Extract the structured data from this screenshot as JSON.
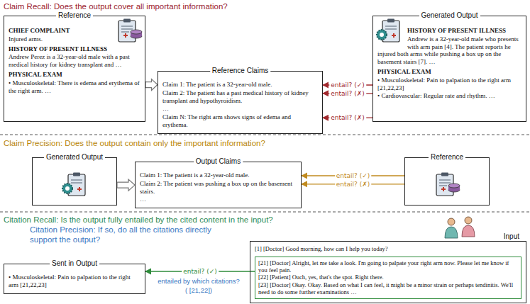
{
  "diagram": {
    "nodes": [
      {
        "text": [
          "Reference",
          "CHIEF COMPLAINT",
          "Injured arms.",
          "HISTORY OF PRESENT ILLNESS",
          "Andrew Perez is a 32-year-old male with a past medical history for kidney transplant and …",
          "PHYSICAL EXAM",
          "• Musculoskeletal: There is edema and erythema of the right arm. …"
        ]
      },
      {
        "text": [
          "Reference Claims",
          "Claim 1: The patient is a 32-year-old male.",
          "Claim 2: The patient has a past medical history of kidney transplant and hypothyroidism.",
          "…",
          "Claim N: The right arm shows signs of edema and erythema."
        ]
      },
      {
        "text": [
          "Generated Output",
          "HISTORY OF PRESENT ILLNESS",
          "Andrew is a 32-year-old male who presents with arm pain [4]. The patient reports he injured both arms while pushing a box up on the basement stairs [7]. …",
          "PHYSICAL EXAM",
          "• Musculoskeletal: Pain to palpation to the right arm [21,22,23]",
          "• Cardiovascular: Regular rate and rhythm. …"
        ]
      },
      {
        "text": [
          "Generated Output"
        ]
      },
      {
        "text": [
          "Output Claims",
          "Claim 1: The patient is a 32-year-old male.",
          "Claim 2: The patient was pushing a box up on the basement stairs.",
          "…"
        ]
      },
      {
        "text": [
          "Reference"
        ]
      },
      {
        "text": [
          "Input",
          "[1] [Doctor] Good morning, how can I help you today?"
        ]
      },
      {
        "text": [
          "[21] [Doctor] Alright, let me take a look. I'm going to palpate your right arm now. Please let me know if you feel pain.",
          "[22] [Patient] Ouch, yes, that's the spot. Right there.",
          "[23] [Doctor] Okay. Okay. Based on what I can feel, it might be a minor strain or perhaps tendinitis. We'll need to do some further examinations …"
        ],
        "in": 6
      },
      {
        "text": [
          "Sent in Output",
          "• Musculoskeletal: Pain to palpation to the right arm [21,22,23]"
        ]
      }
    ],
    "edges": [
      {
        "from": 0,
        "to": 1,
        "arrow": "to"
      },
      {
        "from": 2,
        "to": 1,
        "label": "entail? (✓)",
        "arrow": "to"
      },
      {
        "from": 2,
        "to": 1,
        "label": "entail? (✗)",
        "arrow": "to"
      },
      {
        "from": 2,
        "to": 1,
        "label": "entail? (✗)",
        "arrow": "to"
      },
      {
        "from": 3,
        "to": 4,
        "arrow": "to"
      },
      {
        "from": 5,
        "to": 4,
        "label": "entail? (✓)",
        "arrow": "to"
      },
      {
        "from": 5,
        "to": 4,
        "label": "entail? (✗)",
        "arrow": "to"
      },
      {
        "from": 7,
        "to": 8,
        "label": "entail? (✓)",
        "arrow": "to"
      }
    ],
    "labels": [
      "Claim Recall: Does the output cover all important information?",
      "Claim Precision: Does the output contain only the important information?",
      "Citation Recall: Is the output fully entailed by the cited content in the input?",
      "Citation Precision: If so, do all the citations directly support the output?",
      "entailed by which citations?",
      "( [21,22])"
    ]
  }
}
